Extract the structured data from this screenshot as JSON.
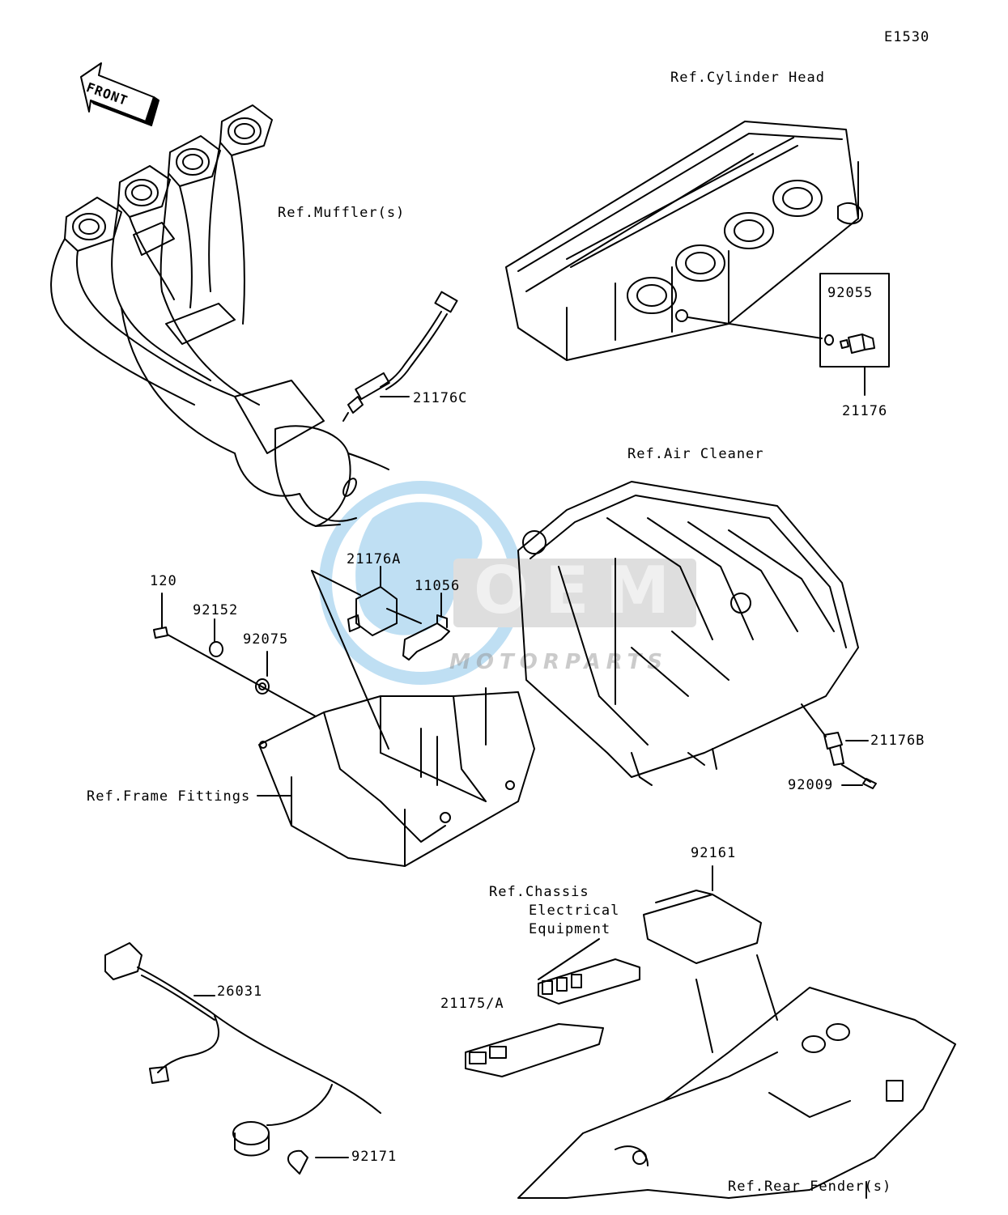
{
  "diagram_code": "E1530",
  "front_label": "FRONT",
  "watermark": {
    "brand": "OEM",
    "sub": "MOTORPARTS",
    "color": "#1e90d6"
  },
  "references": {
    "cylinder_head": "Ref.Cylinder Head",
    "mufflers": "Ref.Muffler(s)",
    "air_cleaner": "Ref.Air Cleaner",
    "frame_fittings": "Ref.Frame Fittings",
    "chassis_line1": "Ref.Chassis",
    "chassis_line2": "Electrical",
    "chassis_line3": "Equipment",
    "rear_fender": "Ref.Rear Fender(s)"
  },
  "parts": {
    "p92055": "92055",
    "p21176": "21176",
    "p21176c": "21176C",
    "p21176a": "21176A",
    "p11056": "11056",
    "p120": "120",
    "p92152": "92152",
    "p92075": "92075",
    "p21176b": "21176B",
    "p92009": "92009",
    "p92161": "92161",
    "p21175a": "21175/A",
    "p26031": "26031",
    "p92171": "92171"
  }
}
